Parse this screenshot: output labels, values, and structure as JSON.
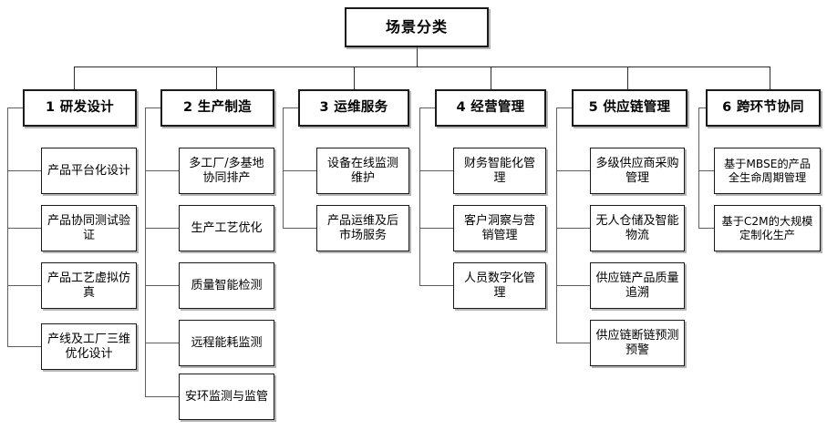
{
  "diagram": {
    "type": "organizational-tree",
    "title": "场景分类",
    "root": {
      "label": "场景分类"
    },
    "categories": [
      {
        "id": 1,
        "number": "1",
        "label": "1 研发设计",
        "items": [
          {
            "label": "产品平台化设计"
          },
          {
            "label": "产品协同测试验证"
          },
          {
            "label": "产品工艺虚拟仿真"
          },
          {
            "label": "产线及工厂三维优化设计"
          }
        ]
      },
      {
        "id": 2,
        "number": "2",
        "label": "2 生产制造",
        "items": [
          {
            "label": "多工厂/多基地协同排产"
          },
          {
            "label": "生产工艺优化"
          },
          {
            "label": "质量智能检测"
          },
          {
            "label": "远程能耗监测"
          },
          {
            "label": "安环监测与监管"
          }
        ]
      },
      {
        "id": 3,
        "number": "3",
        "label": "3 运维服务",
        "items": [
          {
            "label": "设备在线监测维护"
          },
          {
            "label": "产品运维及后市场服务"
          }
        ]
      },
      {
        "id": 4,
        "number": "4",
        "label": "4 经营管理",
        "items": [
          {
            "label": "财务智能化管理"
          },
          {
            "label": "客户洞察与营销管理"
          },
          {
            "label": "人员数字化管理"
          }
        ]
      },
      {
        "id": 5,
        "number": "5",
        "label": "5 供应链管理",
        "items": [
          {
            "label": "多级供应商采购管理"
          },
          {
            "label": "无人仓储及智能物流"
          },
          {
            "label": "供应链产品质量追溯"
          },
          {
            "label": "供应链断链预测预警"
          }
        ]
      },
      {
        "id": 6,
        "number": "6",
        "label": "6 跨环节协同",
        "items": [
          {
            "label": "基于MBSE的产品全生命周期管理"
          },
          {
            "label": "基于C2M的大规模定制化生产"
          }
        ]
      }
    ],
    "colors": {
      "background": "#ffffff",
      "box_border": "#1a1a1a",
      "box_fill": "#ffffff",
      "connector": "#5f5f5f",
      "text": "#000000"
    }
  }
}
